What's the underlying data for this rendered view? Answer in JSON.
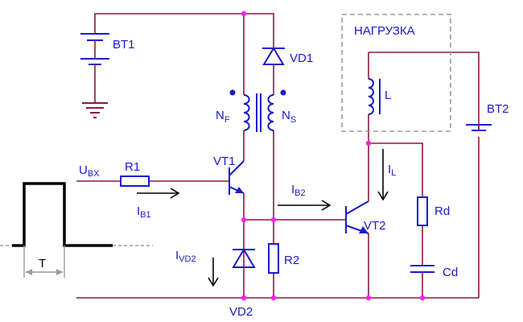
{
  "labels": {
    "bt1": "BT1",
    "bt2": "BT2",
    "vd1": "VD1",
    "vd2": "VD2",
    "vt1": "VT1",
    "vt2": "VT2",
    "r1": "R1",
    "r2": "R2",
    "rd": "Rd",
    "cd": "Cd",
    "l": "L",
    "load": "НАГРУЗКА",
    "nf_main": "N",
    "nf_sub": "F",
    "ns_main": "N",
    "ns_sub": "S",
    "ubx_main": "U",
    "ubx_sub": "BX",
    "ib1_main": "I",
    "ib1_sub": "B1",
    "ib2_main": "I",
    "ib2_sub": "B2",
    "il_main": "I",
    "il_sub": "L",
    "ivd2_main": "I",
    "ivd2_sub": "VD2",
    "t": "T"
  },
  "colors": {
    "wire": "#8a1a3a",
    "component": "#1a1acc",
    "node": "#ff22ee",
    "pulse": "#000000",
    "dashed": "#9a9a9a"
  }
}
